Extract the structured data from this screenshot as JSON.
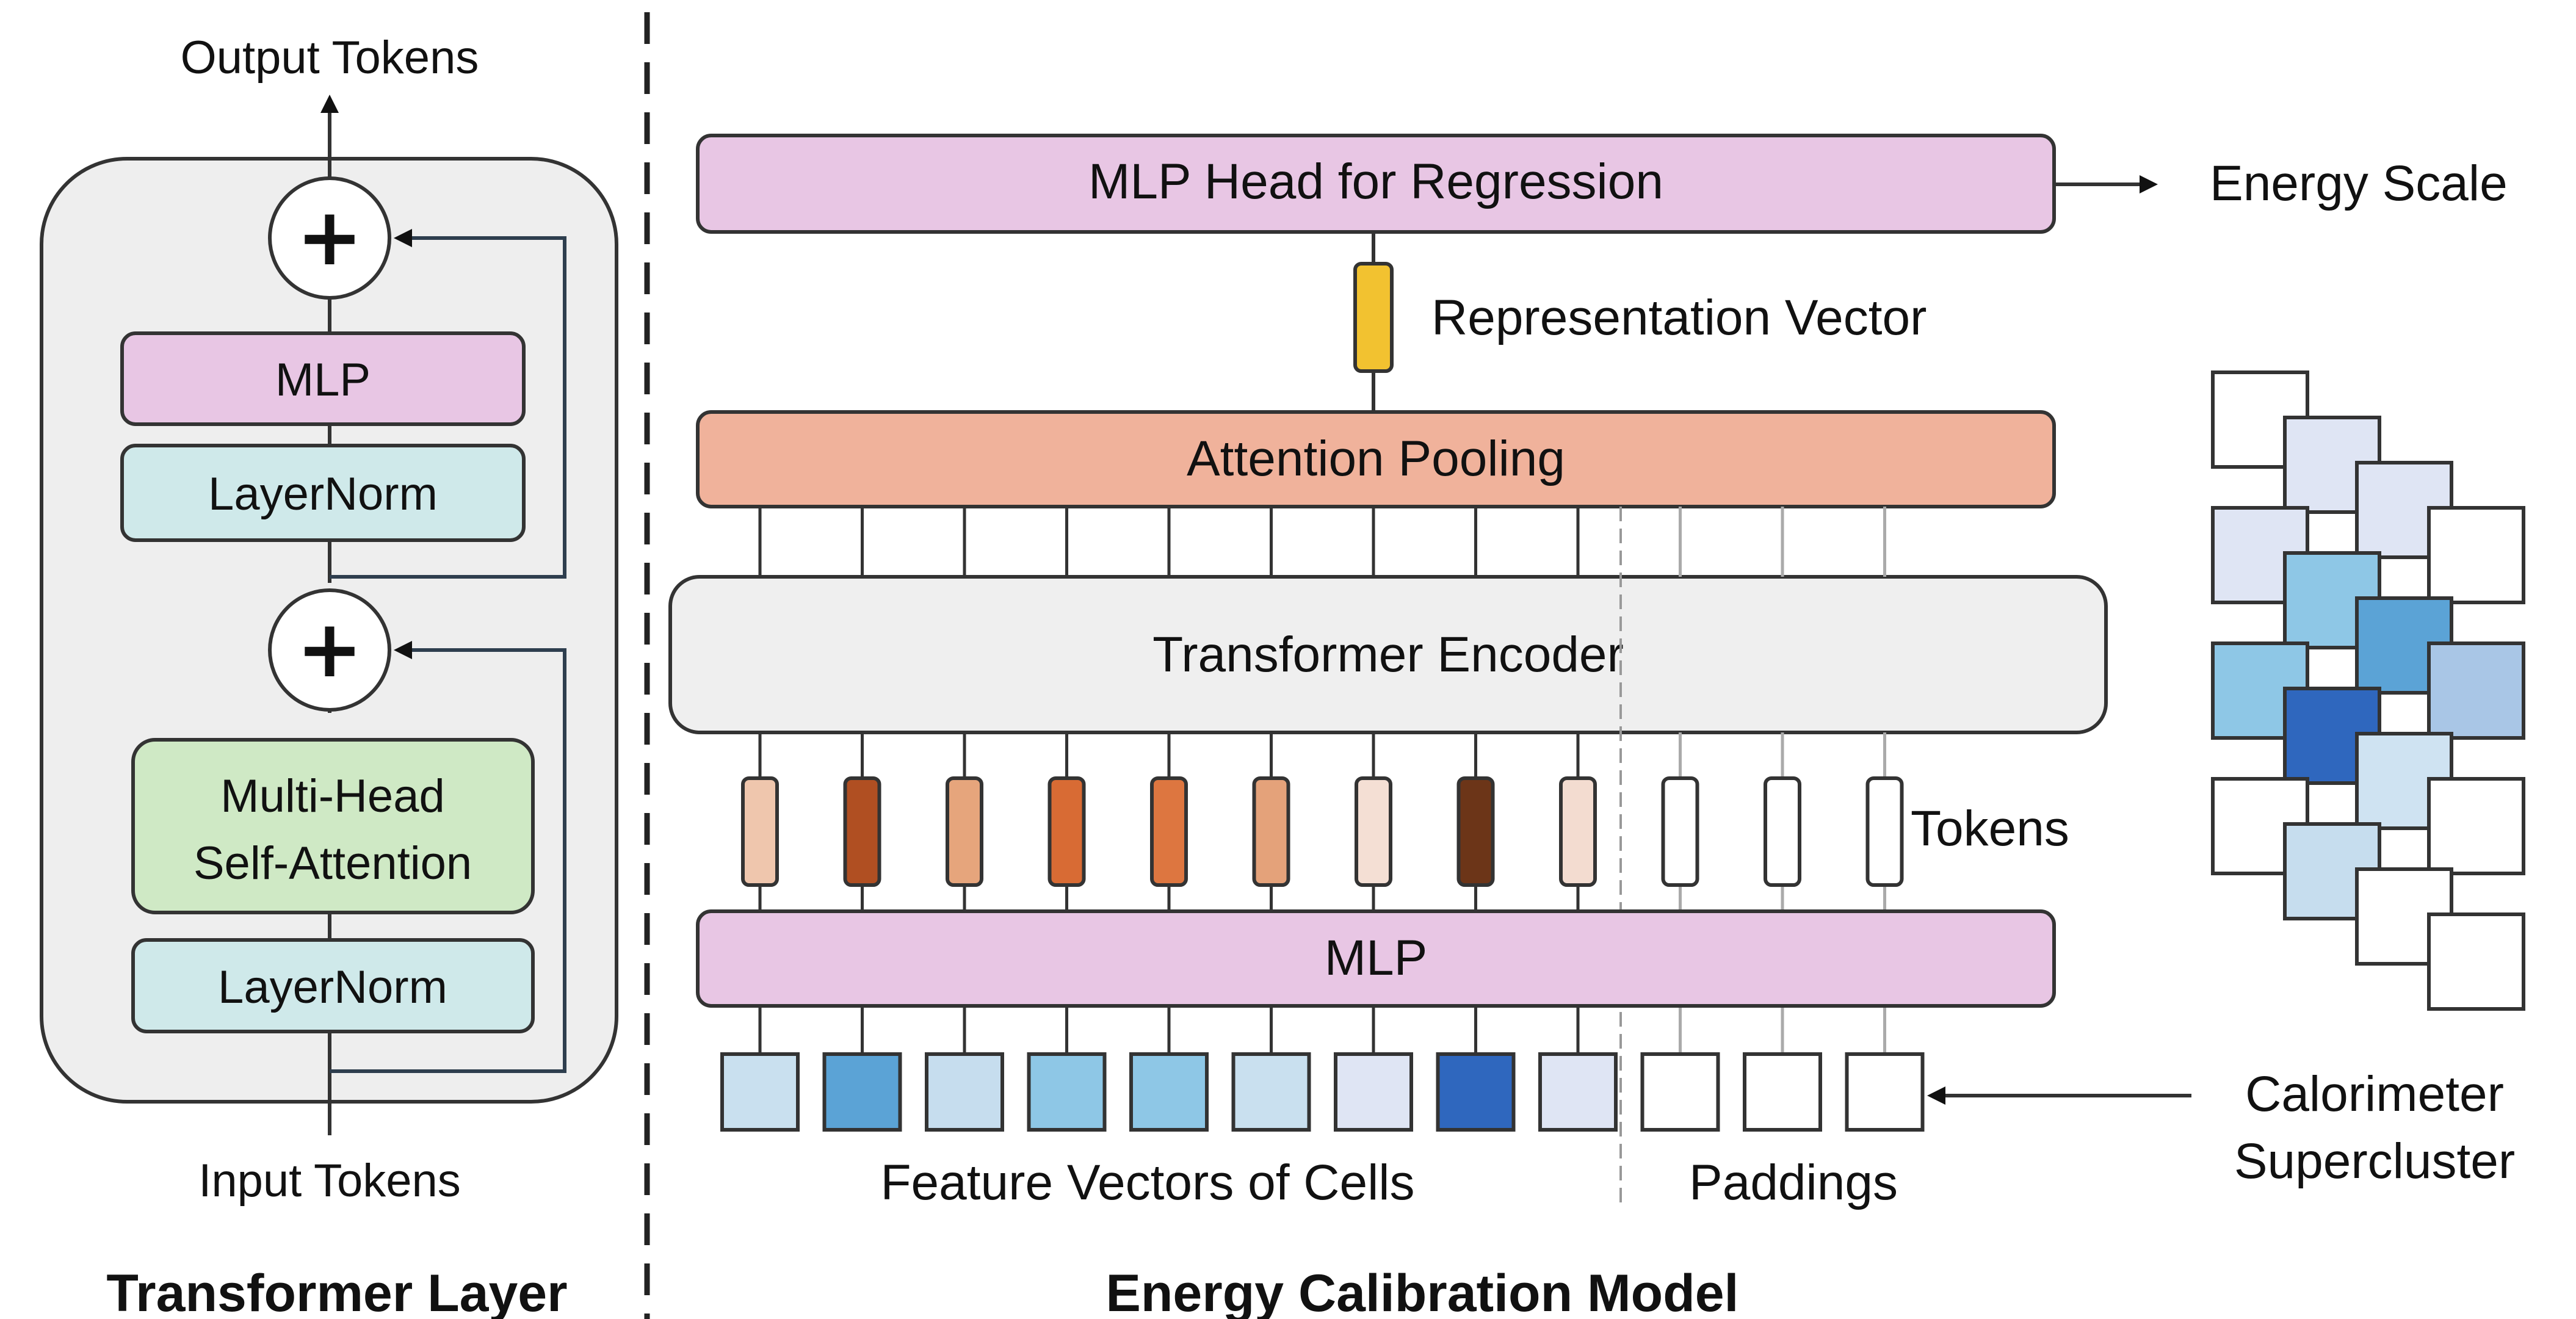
{
  "transformer_layer": {
    "title": "Transformer Layer",
    "output_label": "Output Tokens",
    "input_label": "Input Tokens",
    "add_symbol": "+",
    "mlp_label": "MLP",
    "layernorm_top_label": "LayerNorm",
    "attention_label_line1": "Multi-Head",
    "attention_label_line2": "Self-Attention",
    "layernorm_bottom_label": "LayerNorm"
  },
  "energy_model": {
    "title": "Energy Calibration Model",
    "mlp_head_label": "MLP Head for Regression",
    "energy_scale_label": "Energy Scale",
    "representation_label": "Representation Vector",
    "attention_pooling_label": "Attention Pooling",
    "encoder_label": "Transformer Encoder",
    "tokens_label": "Tokens",
    "mlp_label": "MLP",
    "features_label": "Feature Vectors of Cells",
    "paddings_label": "Paddings",
    "supercluster_line1": "Calorimeter",
    "supercluster_line2": "Supercluster"
  },
  "colors": {
    "mlp_fill": "#e8c6e4",
    "layernorm_fill": "#cfe9ea",
    "attention_fill": "#cfe9c5",
    "pooling_fill": "#f0b29b",
    "encoder_fill": "#efefef",
    "layer_panel_fill": "#eeeeee",
    "representation_fill": "#f2c230"
  },
  "token_colors": [
    "#efc6ad",
    "#b04f22",
    "#e6a57c",
    "#d86b34",
    "#dd7640",
    "#e4a27a",
    "#f4dfd4",
    "#6c3518",
    "#f3dcd0",
    "#ffffff",
    "#ffffff",
    "#ffffff"
  ],
  "cell_colors": [
    "#c9e0ef",
    "#5ba3d6",
    "#c6ddee",
    "#8ec7e6",
    "#8ec7e6",
    "#c9e0ef",
    "#dfe5f4",
    "#2f67be",
    "#dfe5f4",
    "#ffffff",
    "#ffffff",
    "#ffffff"
  ],
  "supercluster_cells": [
    {
      "col": 0,
      "row": 0,
      "color": "#ffffff"
    },
    {
      "col": 1,
      "row": 1,
      "color": "#dfe5f4"
    },
    {
      "col": 2,
      "row": 2,
      "color": "#dfe5f4"
    },
    {
      "col": 0,
      "row": 3,
      "color": "#dfe5f4"
    },
    {
      "col": 3,
      "row": 3,
      "color": "#ffffff"
    },
    {
      "col": 1,
      "row": 4,
      "color": "#8ec7e6"
    },
    {
      "col": 2,
      "row": 5,
      "color": "#5ba3d6"
    },
    {
      "col": 0,
      "row": 6,
      "color": "#8ec7e6"
    },
    {
      "col": 3,
      "row": 6,
      "color": "#a9c6e6"
    },
    {
      "col": 1,
      "row": 7,
      "color": "#2f67be"
    },
    {
      "col": 2,
      "row": 8,
      "color": "#cfe3f2"
    },
    {
      "col": 0,
      "row": 9,
      "color": "#ffffff"
    },
    {
      "col": 3,
      "row": 9,
      "color": "#ffffff"
    },
    {
      "col": 1,
      "row": 10,
      "color": "#c6ddee"
    },
    {
      "col": 2,
      "row": 11,
      "color": "#ffffff"
    },
    {
      "col": 3,
      "row": 12,
      "color": "#ffffff"
    }
  ]
}
